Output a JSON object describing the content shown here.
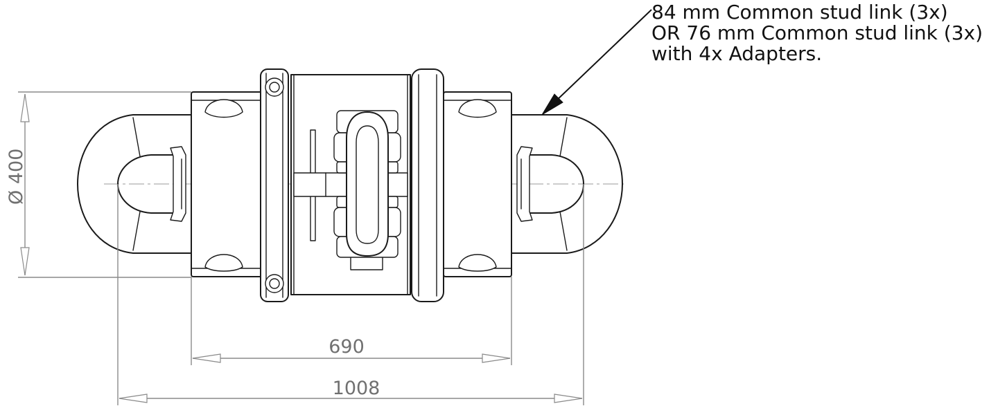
{
  "drawing": {
    "dimensions": {
      "diameter_label": "Ø 400",
      "inner_length": "690",
      "overall_length": "1008"
    },
    "callout": {
      "lines": [
        "84 mm Common stud link (3x)",
        "OR 76 mm Common stud link (3x)",
        "with 4x Adapters."
      ]
    },
    "colors": {
      "outline": "#1a1a1a",
      "dimension": "#8a8a8a",
      "dimension_text": "#707070"
    }
  }
}
